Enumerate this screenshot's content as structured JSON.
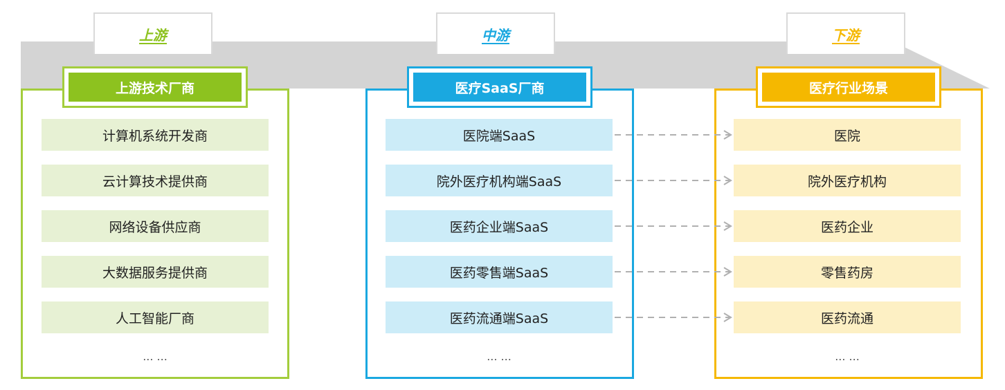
{
  "stages": [
    {
      "label": "上游",
      "color": "#8dc21f"
    },
    {
      "label": "中游",
      "color": "#1aa8e0"
    },
    {
      "label": "下游",
      "color": "#f5b800"
    }
  ],
  "columns": [
    {
      "header": "上游技术厂商",
      "border_color": "#a3cd3c",
      "header_color": "#8dc21f",
      "item_bg": "#e7f1d4",
      "items": [
        "计算机系统开发商",
        "云计算技术提供商",
        "网络设备供应商",
        "大数据服务提供商",
        "人工智能厂商"
      ],
      "more": "... ..."
    },
    {
      "header": "医疗SaaS厂商",
      "border_color": "#1aa8e0",
      "header_color": "#1aa8e0",
      "item_bg": "#ccecf8",
      "items": [
        "医院端SaaS",
        "院外医疗机构端SaaS",
        "医药企业端SaaS",
        "医药零售端SaaS",
        "医药流通端SaaS"
      ],
      "more": "... ..."
    },
    {
      "header": "医疗行业场景",
      "border_color": "#f5b800",
      "header_color": "#f5b800",
      "item_bg": "#fdf0c4",
      "items": [
        "医院",
        "院外医疗机构",
        "医药企业",
        "零售药房",
        "医药流通"
      ],
      "more": "... ..."
    }
  ],
  "band_color": "#d4d4d4",
  "arrow_color": "#b0b0b0"
}
